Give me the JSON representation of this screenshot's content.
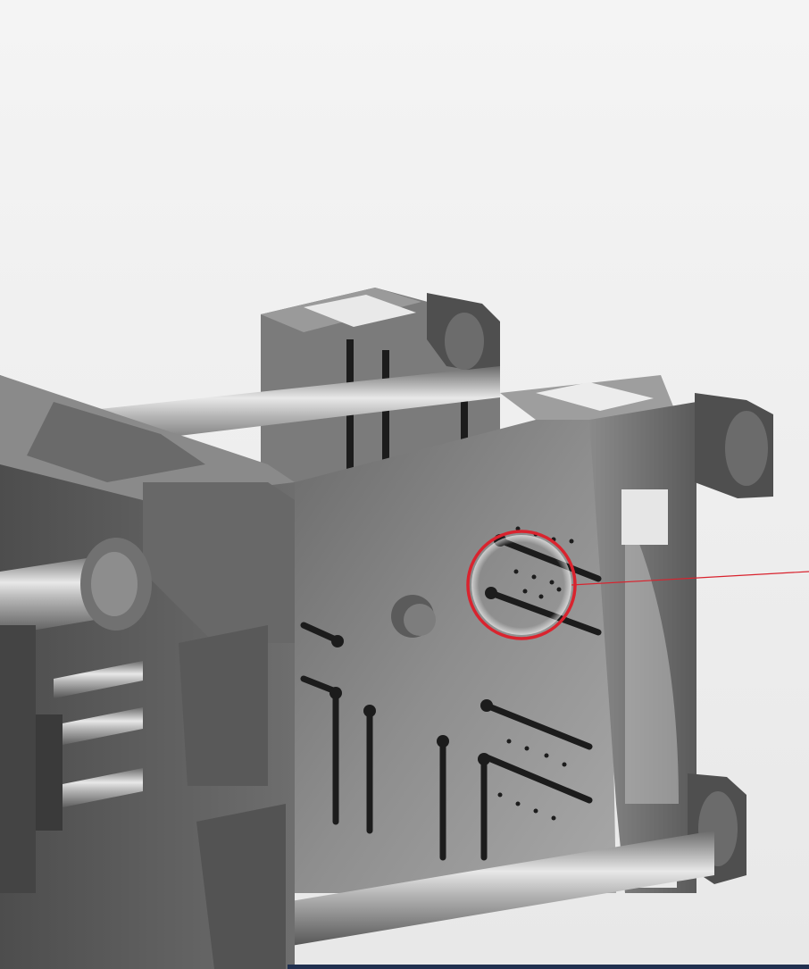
{
  "scene": {
    "subject": "injection-molding-machine-platen-render",
    "colors": {
      "background": "#f2f2f2",
      "casting_dark": "#5e5e5e",
      "casting_mid": "#7a7a7a",
      "casting_light": "#9a9a9a",
      "slot": "#1c1c1c",
      "tie_bar_highlight": "#e6e6e6",
      "tie_bar_shadow": "#5a5a5a",
      "pad": "#e9e9e9",
      "callout": "#d9232e",
      "footer_bar": "#20304f"
    },
    "callout": {
      "icon": "magnifier-circle",
      "target": "t-slot-bolt-holes"
    }
  }
}
